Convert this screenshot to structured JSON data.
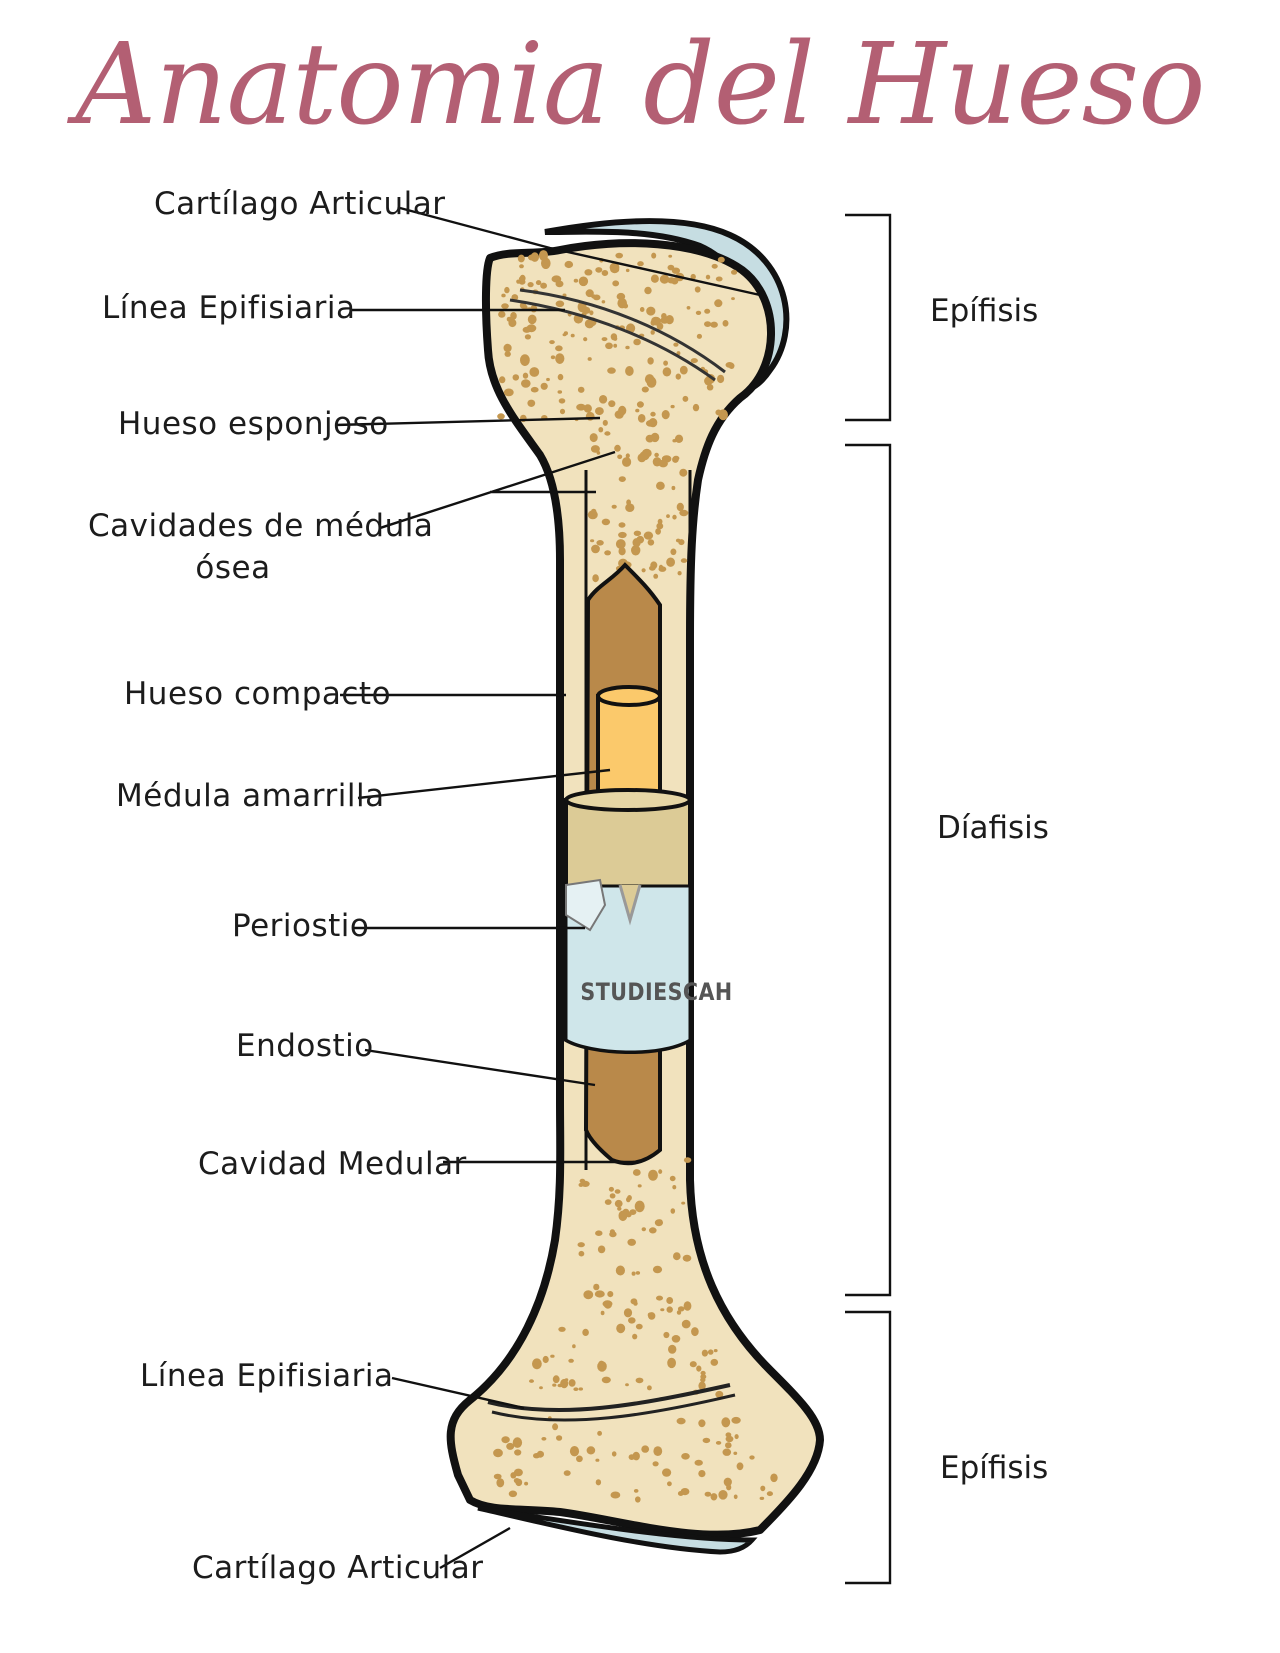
{
  "title": "Anatomia del Hueso",
  "labels": {
    "cartilago_top": "Cartílago Articular",
    "linea_top": "Línea Epifisiaria",
    "hueso_esponjoso": "Hueso esponjoso",
    "cavidades_line1": "Cavidades de médula",
    "cavidades_line2": "ósea",
    "hueso_compacto": "Hueso compacto",
    "medula_amarilla": "Médula amarrilla",
    "periostio": "Periostio",
    "endostio": "Endostio",
    "cavidad_medular": "Cavidad Medular",
    "linea_bottom": "Línea Epifisiaria",
    "cartilago_bottom": "Cartílago Articular"
  },
  "regions": {
    "epifisis_top": "Epífisis",
    "diafisis": "Díafisis",
    "epifisis_bottom": "Epífisis"
  },
  "watermark": "STUDIESCAH",
  "colors": {
    "title": "#b35f73",
    "bone": "#f1e2bd",
    "spongy_dots": "#c4974f",
    "cartilage": "#c6dde2",
    "marrow_cavity": "#b9894a",
    "yellow_marrow": "#fbc96b",
    "periosteum": "#cfe6ea",
    "compact_ring": "#dccb96",
    "outline": "#111111"
  }
}
